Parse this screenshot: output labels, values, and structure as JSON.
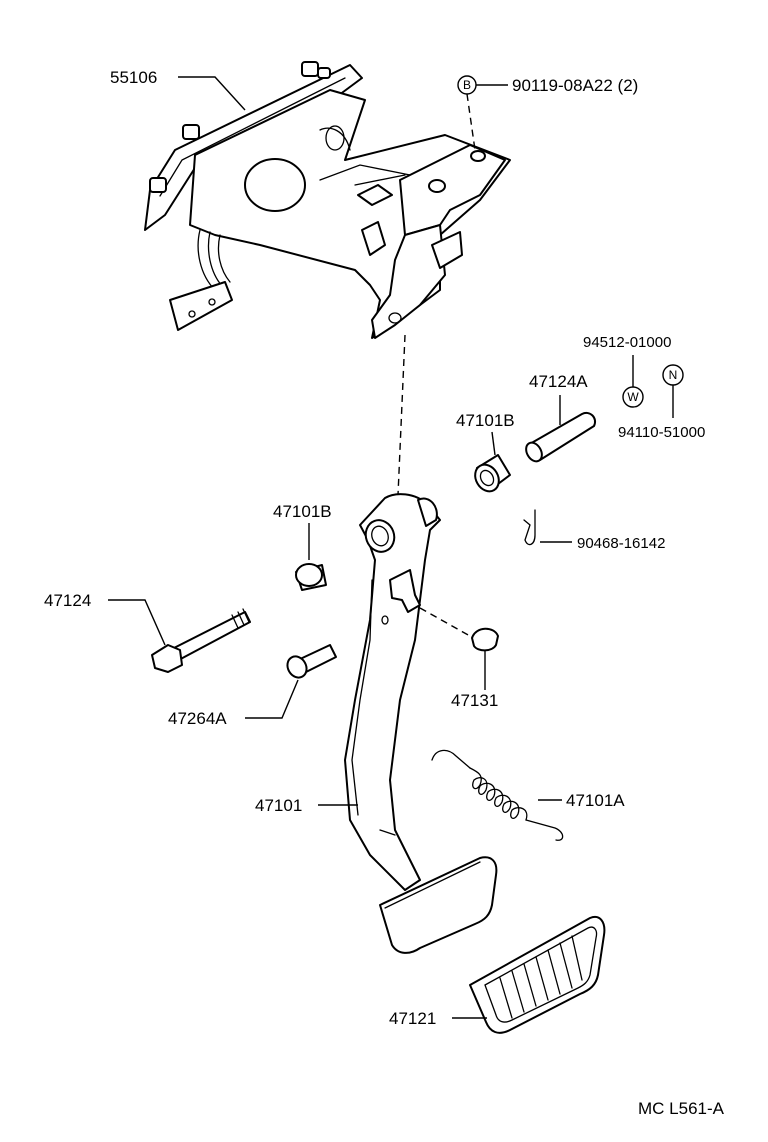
{
  "labels": {
    "p55106": "55106",
    "p90119": "90119-08A22 (2)",
    "p94512": "94512-01000",
    "p47124A": "47124A",
    "p94110": "94110-51000",
    "p47101B_upper": "47101B",
    "p47101B_lower": "47101B",
    "p90468": "90468-16142",
    "p47124": "47124",
    "p47264A": "47264A",
    "p47131": "47131",
    "p47101": "47101",
    "p47101A": "47101A",
    "p47121": "47121",
    "diagram_code": "MC L561-A"
  },
  "symbols": {
    "bolt_mark": "B",
    "washer_mark": "W",
    "nut_mark": "N"
  }
}
